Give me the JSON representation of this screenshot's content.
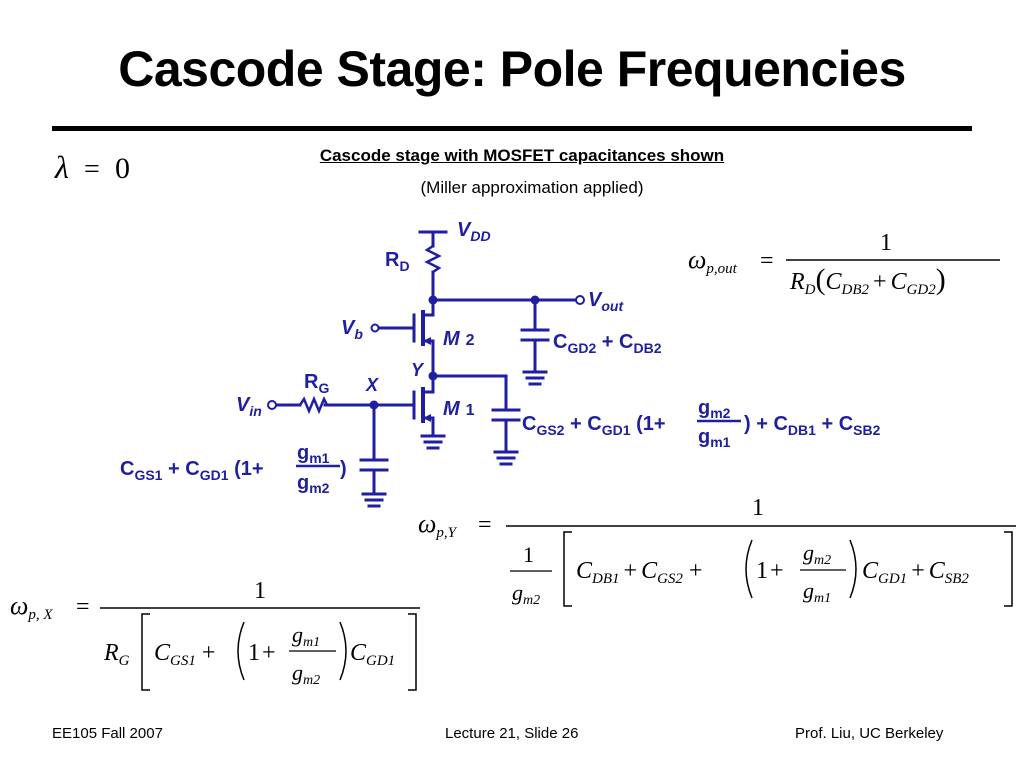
{
  "slide": {
    "title": "Cascode Stage: Pole Frequencies",
    "caption": "Cascode stage with MOSFET capacitances shown",
    "subcaption": "(Miller approximation applied)"
  },
  "assumption": {
    "lambda": "λ",
    "eq": "=",
    "zero": "0"
  },
  "circuit": {
    "labels": {
      "vdd_main": "V",
      "vdd_sub": "DD",
      "rd_main": "R",
      "rd_sub": "D",
      "vout_main": "V",
      "vout_sub": "out",
      "vb_main": "V",
      "vb_sub": "b",
      "m2_main": "M",
      "m2_sub": "2",
      "m1_main": "M",
      "m1_sub": "1",
      "y_node": "Y",
      "x_node": "X",
      "rg_main": "R",
      "rg_sub": "G",
      "vin_main": "V",
      "vin_sub": "in"
    },
    "cap_out": {
      "c1": "C",
      "c1_sub": "GD2",
      "plus": " + ",
      "c2": "C",
      "c2_sub": "DB2"
    },
    "cap_y": {
      "c1": "C",
      "c1_sub": "GS2",
      "plus1": " + ",
      "c2": "C",
      "c2_sub": "GD1",
      "open": " (1+",
      "num": "g",
      "num_sub": "m2",
      "den": "g",
      "den_sub": "m1",
      "close": " ) + ",
      "c3": "C",
      "c3_sub": "DB1",
      "plus2": " + ",
      "c4": "C",
      "c4_sub": "SB2"
    },
    "cap_x": {
      "c1": "C",
      "c1_sub": "GS1",
      "plus": " + ",
      "c2": "C",
      "c2_sub": "GD1",
      "open": " (1+",
      "num": "g",
      "num_sub": "m1",
      "den": "g",
      "den_sub": "m2",
      "close": " )"
    }
  },
  "formulas": {
    "out": {
      "omega": "ω",
      "sub": "p,out",
      "eq": "=",
      "num": "1",
      "r": "R",
      "r_sub": "D",
      "lparen": "(",
      "c1": "C",
      "c1_sub": "DB2",
      "plus": "+",
      "c2": "C",
      "c2_sub": "GD2",
      "rparen": ")"
    },
    "y": {
      "omega": "ω",
      "sub": "p,Y",
      "eq": "=",
      "num": "1",
      "inner_num": "1",
      "inner_den": "g",
      "inner_den_sub": "m2",
      "c1": "C",
      "c1_sub": "DB1",
      "plus1": "+",
      "c2": "C",
      "c2_sub": "GS2",
      "plus2": "+",
      "one": "1",
      "plus3": "+",
      "g_num": "g",
      "g_num_sub": "m2",
      "g_den": "g",
      "g_den_sub": "m1",
      "c3": "C",
      "c3_sub": "GD1",
      "plus4": "+",
      "c4": "C",
      "c4_sub": "SB2"
    },
    "x": {
      "omega": "ω",
      "sub": "p, X",
      "eq": "=",
      "num": "1",
      "r": "R",
      "r_sub": "G",
      "c1": "C",
      "c1_sub": "GS1",
      "plus1": "+",
      "one": "1",
      "plus2": "+",
      "g_num": "g",
      "g_num_sub": "m1",
      "g_den": "g",
      "g_den_sub": "m2",
      "c2": "C",
      "c2_sub": "GD1"
    }
  },
  "footer": {
    "left": "EE105 Fall 2007",
    "center": "Lecture 21, Slide 26",
    "right": "Prof. Liu, UC Berkeley"
  },
  "colors": {
    "circuit": "#1f1fa0",
    "text": "#000000"
  }
}
